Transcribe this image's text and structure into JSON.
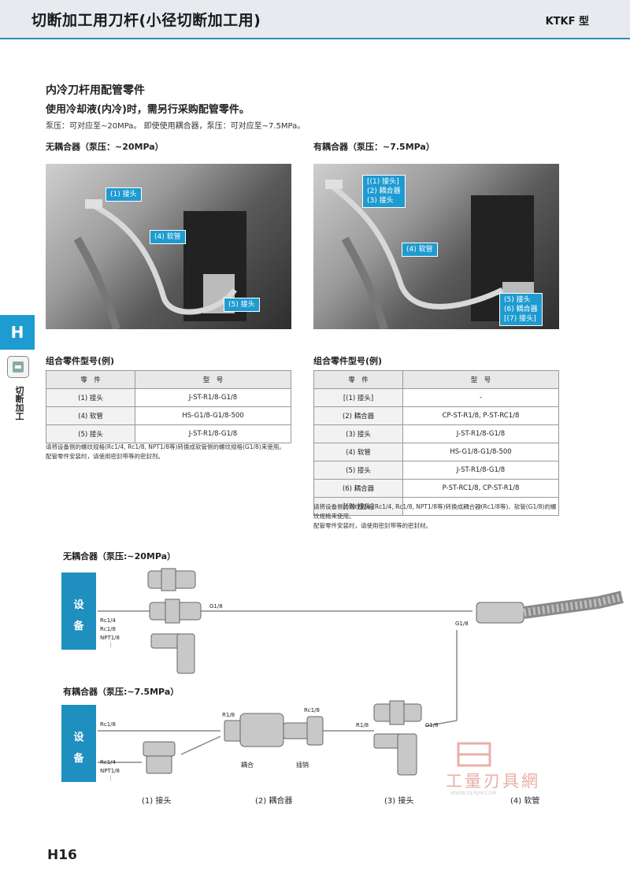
{
  "header": {
    "title": "切断加工用刀杆(小径切断加工用)",
    "model": "KTKF 型"
  },
  "section": {
    "title": "内冷刀杆用配管零件",
    "subtitle": "使用冷却液(内冷)时，需另行采购配管零件。",
    "note": "泵压：可对应至∼20MPa。 即使使用耦合器，泵压：可对应至∼7.5MPa。"
  },
  "left": {
    "title": "无耦合器（泵压：∼20MPa）",
    "callouts": [
      "(1) 接头",
      "(4) 软管",
      "(5) 接头"
    ],
    "table_title": "组合零件型号(例)",
    "headers": [
      "零　件",
      "型　号"
    ],
    "rows": [
      [
        "(1) 接头",
        "J-ST-R1/8-G1/8"
      ],
      [
        "(4) 软管",
        "HS-G1/8-G1/8-500"
      ],
      [
        "(5) 接头",
        "J-ST-R1/8-G1/8"
      ]
    ],
    "note1": "请将设备侧的螺纹规格(Rc1/4, Rc1/8, NPT1/8等)转换成软管侧的螺纹规格(G1/8)来使用。",
    "note2": "配管零件安装时，请使用密封带等的密封剂。"
  },
  "right": {
    "title": "有耦合器（泵压：∼7.5MPa）",
    "callouts": [
      "[(1) 接头]\n(2) 耦合器\n(3) 接头",
      "(4) 软管",
      "(5) 接头\n(6) 耦合器\n[(7) 接头]"
    ],
    "table_title": "组合零件型号(例)",
    "headers": [
      "零　件",
      "型　号"
    ],
    "rows": [
      [
        "[(1) 接头]",
        "-"
      ],
      [
        "(2) 耦合器",
        "CP-ST-R1/8, P-ST-RC1/8"
      ],
      [
        "(3) 接头",
        "J-ST-R1/8-G1/8"
      ],
      [
        "(4) 软管",
        "HS-G1/8-G1/8-500"
      ],
      [
        "(5) 接头",
        "J-ST-R1/8-G1/8"
      ],
      [
        "(6) 耦合器",
        "P-ST-RC1/8, CP-ST-R1/8"
      ],
      [
        "[(7) 接头]",
        "-"
      ]
    ],
    "note1": "请将设备侧的螺纹规格(Rc1/4, Rc1/8, NPT1/8等)转换成耦合器(Rc1/8等)、软管(G1/8)的螺",
    "note1b": "纹规格来使用。",
    "note2": "配管零件安装时，请使用密封带等的密封材。"
  },
  "side_tab": {
    "letter": "H",
    "text": "切断加工"
  },
  "diagram": {
    "label1": "无耦合器（泵压:∼20MPa）",
    "label2": "有耦合器（泵压:∼7.5MPa）",
    "device_top": "设",
    "device_bottom": "备",
    "threads_a": [
      "Rc1/4",
      "Rc1/8",
      "NPT1/8",
      "⋮"
    ],
    "g18": "G1/8",
    "rc18": "Rc1/8",
    "r18": "R1/8",
    "coupler": "耦合",
    "plug": "插销",
    "captions": [
      "(1) 接头",
      "(2) 耦合器",
      "(3) 接头",
      "(4) 软管"
    ]
  },
  "watermark": {
    "main": "工量刃具網",
    "url": "WWW.GLRJW.COM"
  },
  "page_number": "H16",
  "colors": {
    "accent": "#1e9bd0",
    "header_bg": "#e7eaee",
    "device_box": "#1e8fbf"
  }
}
